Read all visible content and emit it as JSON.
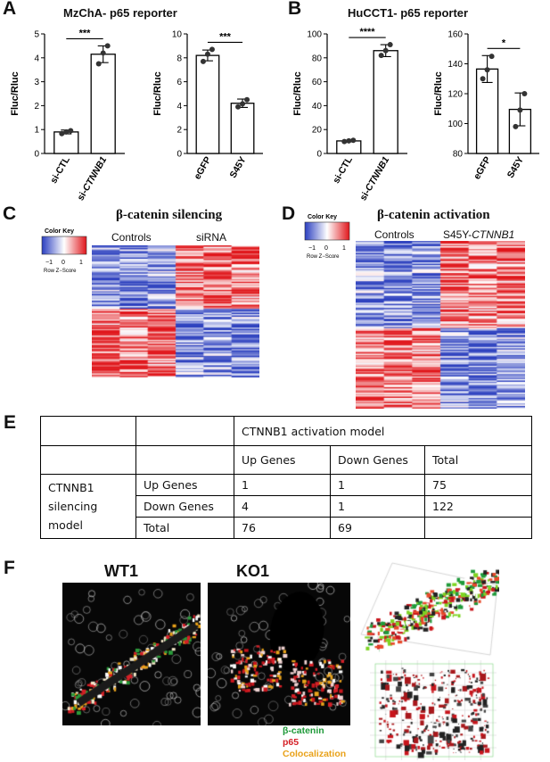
{
  "panels": {
    "A": {
      "label": "A",
      "title": "MzChA- p65 reporter"
    },
    "B": {
      "label": "B",
      "title": "HuCCT1- p65 reporter"
    },
    "C": {
      "label": "C",
      "title": "β-catenin silencing",
      "group1": "Controls",
      "group2": "siRNA"
    },
    "D": {
      "label": "D",
      "title": "β-catenin activation",
      "group1": "Controls",
      "group2_prefix": "S45Y-",
      "group2_gene": "CTNNB1"
    },
    "E": {
      "label": "E"
    },
    "F": {
      "label": "F",
      "wt_title": "WT1",
      "ko_title": "KO1"
    }
  },
  "color_key": {
    "title": "Color Key",
    "ticks": [
      "−1",
      "0",
      "1"
    ],
    "axis_label": "Row Z−Score",
    "low": "#3b4fc4",
    "mid": "#ffffff",
    "high": "#e31a1c"
  },
  "chart_data": [
    {
      "type": "bar",
      "panel": "A-left",
      "categories": [
        "si-CTL",
        "si-CTNNB1"
      ],
      "category_italic_part": [
        "",
        "CTNNB1"
      ],
      "values": [
        0.9,
        4.15
      ],
      "errors": [
        0.08,
        0.35
      ],
      "points": [
        [
          0.83,
          0.9,
          0.95
        ],
        [
          3.75,
          4.2,
          4.5
        ]
      ],
      "ylabel": "Fluc/Rluc",
      "ylim": [
        0,
        5
      ],
      "yticks": [
        0,
        1,
        2,
        3,
        4,
        5
      ],
      "significance": "***"
    },
    {
      "type": "bar",
      "panel": "A-right",
      "categories": [
        "eGFP",
        "S45Y"
      ],
      "category_italic_part": [
        "",
        ""
      ],
      "values": [
        8.2,
        4.2
      ],
      "errors": [
        0.45,
        0.35
      ],
      "points": [
        [
          7.7,
          8.3,
          8.7
        ],
        [
          3.9,
          4.15,
          4.5
        ]
      ],
      "ylabel": "Fluc/Rluc",
      "ylim": [
        0,
        10
      ],
      "yticks": [
        0,
        2,
        4,
        6,
        8,
        10
      ],
      "significance": "***"
    },
    {
      "type": "bar",
      "panel": "B-left",
      "categories": [
        "si-CTL",
        "si-CTNNB1"
      ],
      "category_italic_part": [
        "",
        "CTNNB1"
      ],
      "values": [
        10.5,
        86
      ],
      "errors": [
        0.7,
        5
      ],
      "points": [
        [
          10,
          10.5,
          11
        ],
        [
          82,
          86,
          91
        ]
      ],
      "ylabel": "Fluc/Rluc",
      "ylim": [
        0,
        100
      ],
      "yticks": [
        0,
        20,
        40,
        60,
        80,
        100
      ],
      "significance": "****"
    },
    {
      "type": "bar",
      "panel": "B-right",
      "categories": [
        "eGFP",
        "S45Y"
      ],
      "category_italic_part": [
        "",
        ""
      ],
      "values": [
        136.5,
        109.5
      ],
      "errors": [
        9,
        11
      ],
      "points": [
        [
          130,
          136,
          145
        ],
        [
          98,
          109,
          120
        ]
      ],
      "ylabel": "Fluc/Rluc",
      "ylim": [
        80,
        160
      ],
      "yticks": [
        80,
        100,
        120,
        140,
        160
      ],
      "significance": "*"
    }
  ],
  "table": {
    "header_activation": "CTNNB1 activation model",
    "col_up": "Up Genes",
    "col_down": "Down Genes",
    "col_total": "Total",
    "row_group": "CTNNB1 silencing model",
    "row_up": "Up Genes",
    "row_down": "Down Genes",
    "row_total": "Total",
    "up_up": "1",
    "up_down": "1",
    "up_total": "75",
    "down_up": "4",
    "down_down": "1",
    "down_total": "122",
    "total_up": "76",
    "total_down": "69"
  },
  "legend": {
    "line1": "β-catenin",
    "line2": "p65",
    "line3": "Colocalization",
    "color1": "#1f9a3a",
    "color2": "#d51f26",
    "color3": "#e9a21a"
  }
}
